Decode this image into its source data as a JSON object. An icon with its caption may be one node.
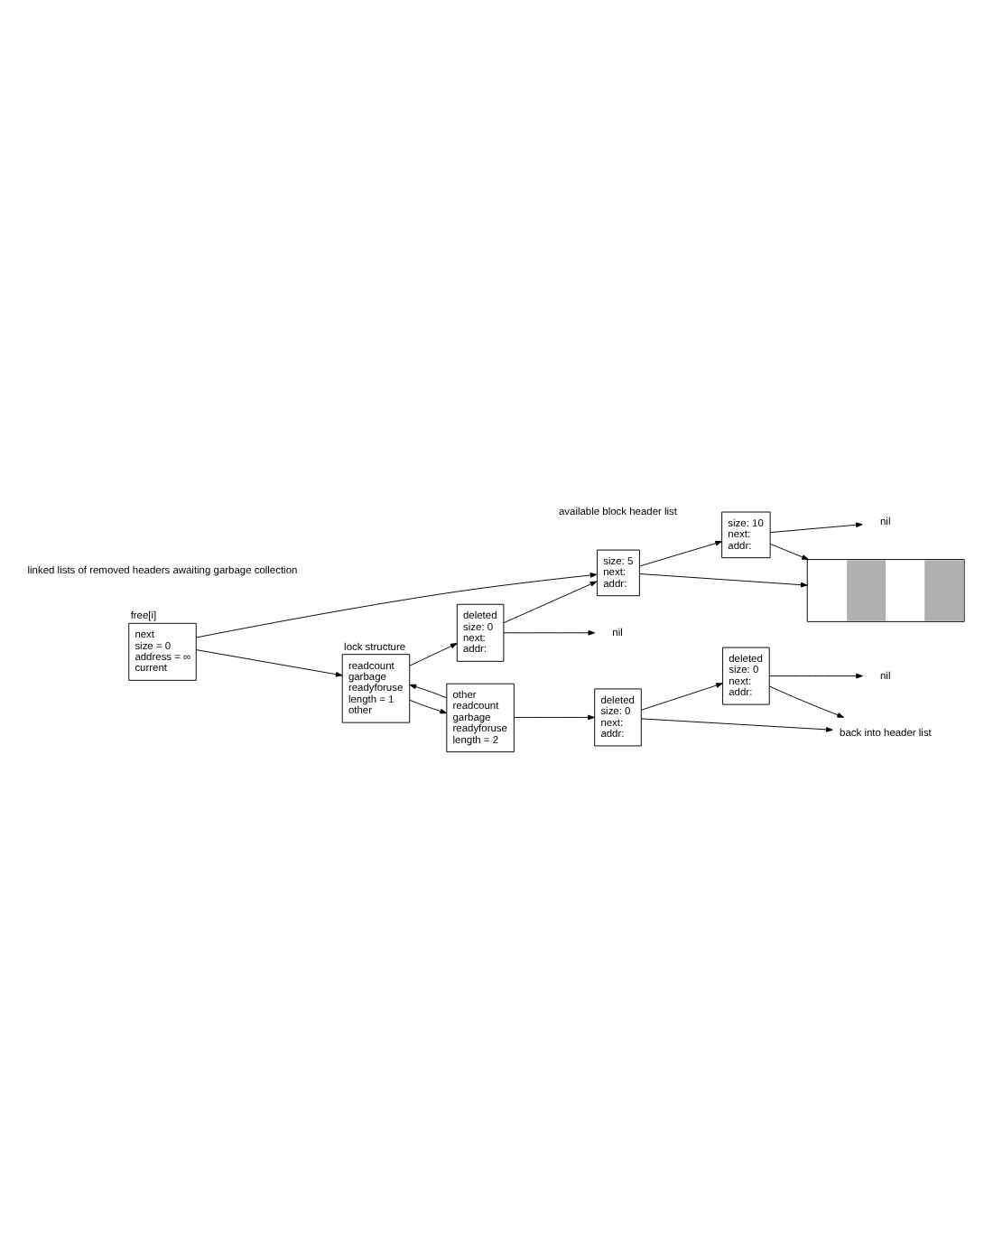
{
  "diagram": {
    "nodes": [
      {
        "text": [
          "next",
          "size = 0",
          "address = ∞",
          "current"
        ],
        "beside": [
          "free[i]"
        ]
      },
      {
        "text": [
          "size: 5",
          "next:",
          "addr:"
        ]
      },
      {
        "text": [
          "size: 10",
          "next:",
          "addr:"
        ]
      },
      {
        "text": [
          "nil"
        ]
      },
      {
        "text": [],
        "shape": "bar"
      },
      {
        "text": [
          "readcount",
          "garbage",
          "readyforuse",
          "length = 1",
          "other"
        ],
        "beside": [
          "lock structure"
        ]
      },
      {
        "text": [
          "deleted",
          "size: 0",
          "next:",
          "addr:"
        ]
      },
      {
        "text": [
          "nil"
        ]
      },
      {
        "text": [
          "other",
          "readcount",
          "garbage",
          "readyforuse",
          "length = 2"
        ]
      },
      {
        "text": [
          "deleted",
          "size: 0",
          "next:",
          "addr:"
        ]
      },
      {
        "text": [
          "deleted",
          "size: 0",
          "next:",
          "addr:"
        ]
      },
      {
        "text": [
          "nil"
        ]
      },
      {
        "text": [
          "back into header list"
        ]
      }
    ],
    "edges": [
      {
        "from": 0,
        "to": 1,
        "arrow": "to"
      },
      {
        "from": 1,
        "to": 2,
        "arrow": "to"
      },
      {
        "from": 2,
        "to": 3,
        "arrow": "to"
      },
      {
        "from": 1,
        "to": 4,
        "arrow": "to"
      },
      {
        "from": 2,
        "to": 4,
        "arrow": "to"
      },
      {
        "from": 0,
        "to": 5,
        "arrow": "to"
      },
      {
        "from": 5,
        "to": 6,
        "arrow": "to"
      },
      {
        "from": 6,
        "to": 1,
        "arrow": "to"
      },
      {
        "from": 6,
        "to": 7,
        "arrow": "to"
      },
      {
        "from": 5,
        "to": 8,
        "arrow": "to"
      },
      {
        "from": 8,
        "to": 5,
        "arrow": "to"
      },
      {
        "from": 8,
        "to": 9,
        "arrow": "to"
      },
      {
        "from": 9,
        "to": 12,
        "arrow": "to"
      },
      {
        "from": 9,
        "to": 10,
        "arrow": "to"
      },
      {
        "from": 10,
        "to": 12,
        "arrow": "to"
      },
      {
        "from": 10,
        "to": 11,
        "arrow": "to"
      }
    ],
    "labels": [
      "available block header list",
      "linked lists of removed headers awaiting garbage collection"
    ]
  }
}
